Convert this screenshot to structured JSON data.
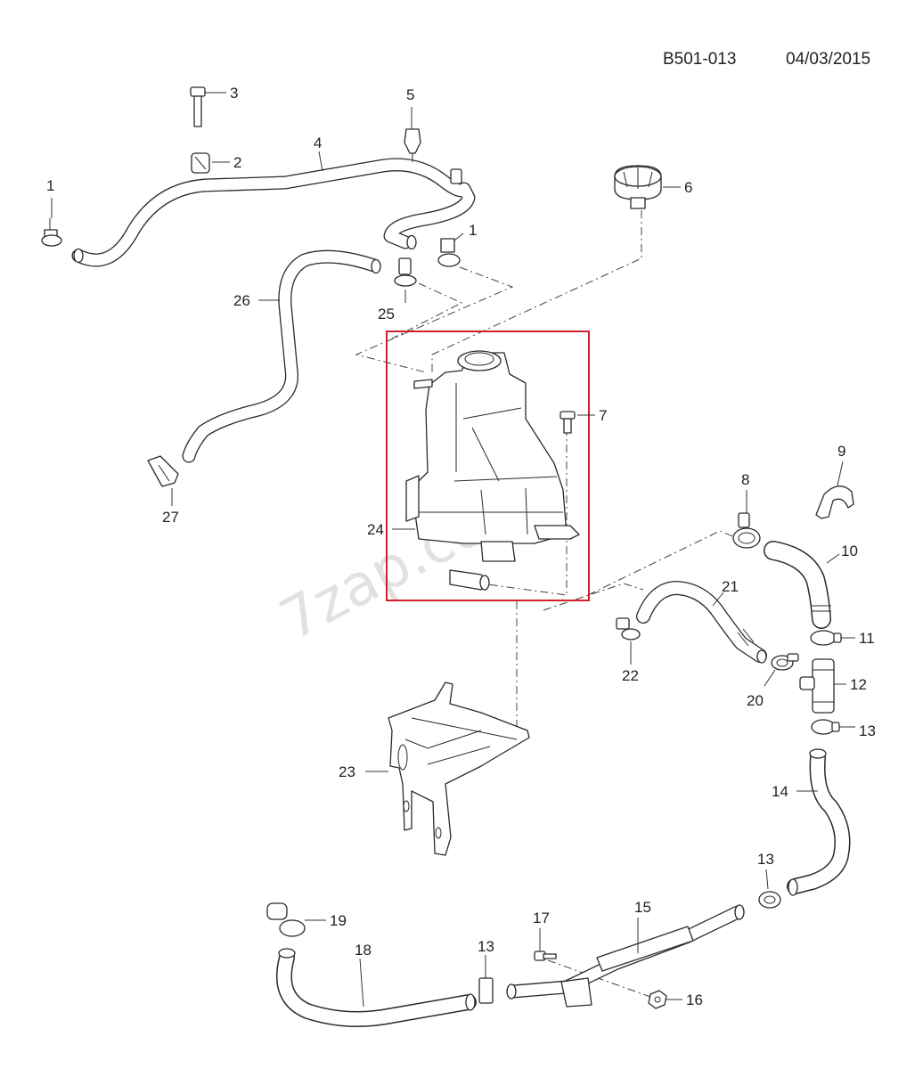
{
  "header": {
    "diagram_code": "B501-013",
    "date": "04/03/2015"
  },
  "watermark": "7zap.com",
  "highlight_color": "#d0212a",
  "parts": [
    {
      "id": "c1a",
      "label": "1"
    },
    {
      "id": "c1b",
      "label": "1"
    },
    {
      "id": "c2",
      "label": "2"
    },
    {
      "id": "c3",
      "label": "3"
    },
    {
      "id": "c4",
      "label": "4"
    },
    {
      "id": "c5",
      "label": "5"
    },
    {
      "id": "c6",
      "label": "6"
    },
    {
      "id": "c7",
      "label": "7"
    },
    {
      "id": "c8",
      "label": "8"
    },
    {
      "id": "c9",
      "label": "9"
    },
    {
      "id": "c10",
      "label": "10"
    },
    {
      "id": "c11",
      "label": "11"
    },
    {
      "id": "c12",
      "label": "12"
    },
    {
      "id": "c13a",
      "label": "13"
    },
    {
      "id": "c13b",
      "label": "13"
    },
    {
      "id": "c13c",
      "label": "13"
    },
    {
      "id": "c14",
      "label": "14"
    },
    {
      "id": "c15",
      "label": "15"
    },
    {
      "id": "c16",
      "label": "16"
    },
    {
      "id": "c17",
      "label": "17"
    },
    {
      "id": "c18",
      "label": "18"
    },
    {
      "id": "c19",
      "label": "19"
    },
    {
      "id": "c20",
      "label": "20"
    },
    {
      "id": "c21",
      "label": "21"
    },
    {
      "id": "c22",
      "label": "22"
    },
    {
      "id": "c23",
      "label": "23"
    },
    {
      "id": "c24",
      "label": "24"
    },
    {
      "id": "c25",
      "label": "25"
    },
    {
      "id": "c26",
      "label": "26"
    },
    {
      "id": "c27",
      "label": "27"
    }
  ]
}
